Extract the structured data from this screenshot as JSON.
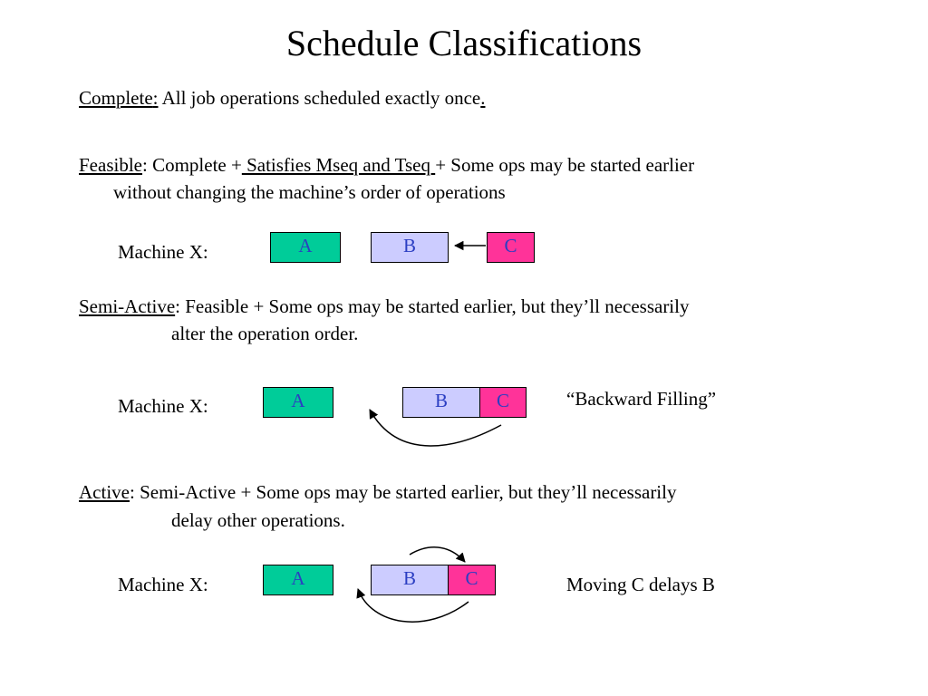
{
  "title": "Schedule Classifications",
  "complete": {
    "term": "Complete",
    "colon": ":",
    "text": " All job operations scheduled exactly once",
    "period": "."
  },
  "feasible": {
    "term": "Feasible",
    "text_a": ":  Complete ",
    "plus1": "+",
    "text_b": " Satisfies Mseq and Tseq ",
    "plus2": "+",
    "text_c": " Some ops may be started earlier",
    "line2": "without changing the machine’s order of operations"
  },
  "semi_active": {
    "term": "Semi-Active",
    "text": ": Feasible + Some ops may be started earlier, but they’ll necessarily",
    "line2": "alter the operation order."
  },
  "active": {
    "term": "Active",
    "text": ": Semi-Active + Some ops may be started earlier, but they’ll necessarily",
    "line2": "delay other operations."
  },
  "machine_label": "Machine X:",
  "ops": {
    "a": "A",
    "b": "B",
    "c": "C"
  },
  "notes": {
    "backward_filling": "“Backward Filling”",
    "moving_c": "Moving C delays B"
  },
  "colors": {
    "op_a": "#00cc99",
    "op_b": "#ccccff",
    "op_c": "#ff3399",
    "op_text": "#2b3ec2"
  }
}
